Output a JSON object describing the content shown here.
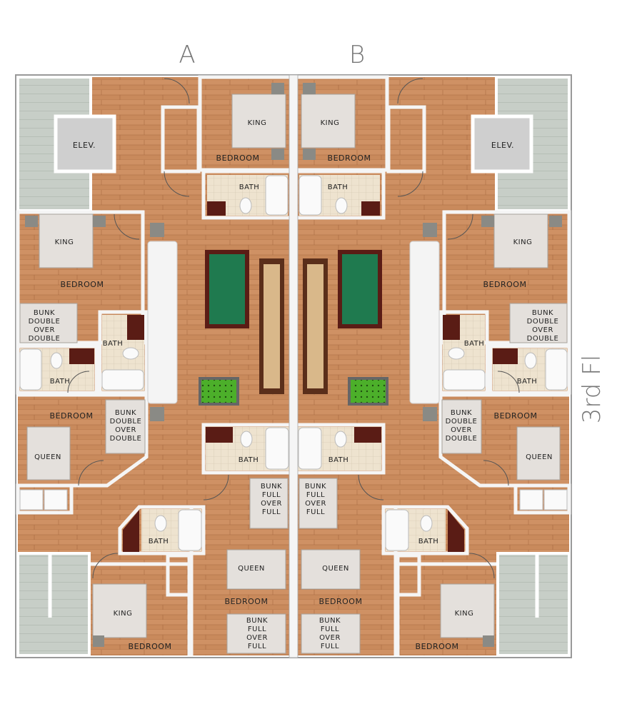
{
  "unit_labels": [
    "A",
    "B"
  ],
  "floor_label": "3rd Fl",
  "colors": {
    "wood": "#c98a5c",
    "wall": "#f5f5f5",
    "stair": "#c7cec7",
    "pool_felt": "#1f7a4f",
    "pool_rail": "#5a1c15",
    "foosball": "#4caf2a",
    "tile": "#eee3cf"
  },
  "units": [
    {
      "name": "A",
      "labels": [
        "ELEV.",
        "KING",
        "BEDROOM",
        "BATH",
        "KING",
        "BEDROOM",
        "BUNK",
        "DOUBLE",
        "OVER",
        "DOUBLE",
        "BATH",
        "BATH",
        "BEDROOM",
        "BUNK",
        "DOUBLE",
        "OVER",
        "DOUBLE",
        "QUEEN",
        "BATH",
        "BUNK",
        "FULL",
        "OVER",
        "FULL",
        "BATH",
        "QUEEN",
        "BEDROOM",
        "BUNK",
        "FULL",
        "OVER",
        "FULL",
        "KING",
        "BEDROOM"
      ]
    },
    {
      "name": "B",
      "labels": [
        "ELEV.",
        "KING",
        "BEDROOM",
        "BATH",
        "KING",
        "BEDROOM",
        "BUNK",
        "DOUBLE",
        "OVER",
        "DOUBLE",
        "BATH",
        "BATH",
        "BEDROOM",
        "BUNK",
        "DOUBLE",
        "OVER",
        "DOUBLE",
        "QUEEN",
        "BATH",
        "BUNK",
        "FULL",
        "OVER",
        "FULL",
        "BATH",
        "QUEEN",
        "BEDROOM",
        "BUNK",
        "FULL",
        "OVER",
        "FULL",
        "KING",
        "BEDROOM"
      ]
    }
  ]
}
